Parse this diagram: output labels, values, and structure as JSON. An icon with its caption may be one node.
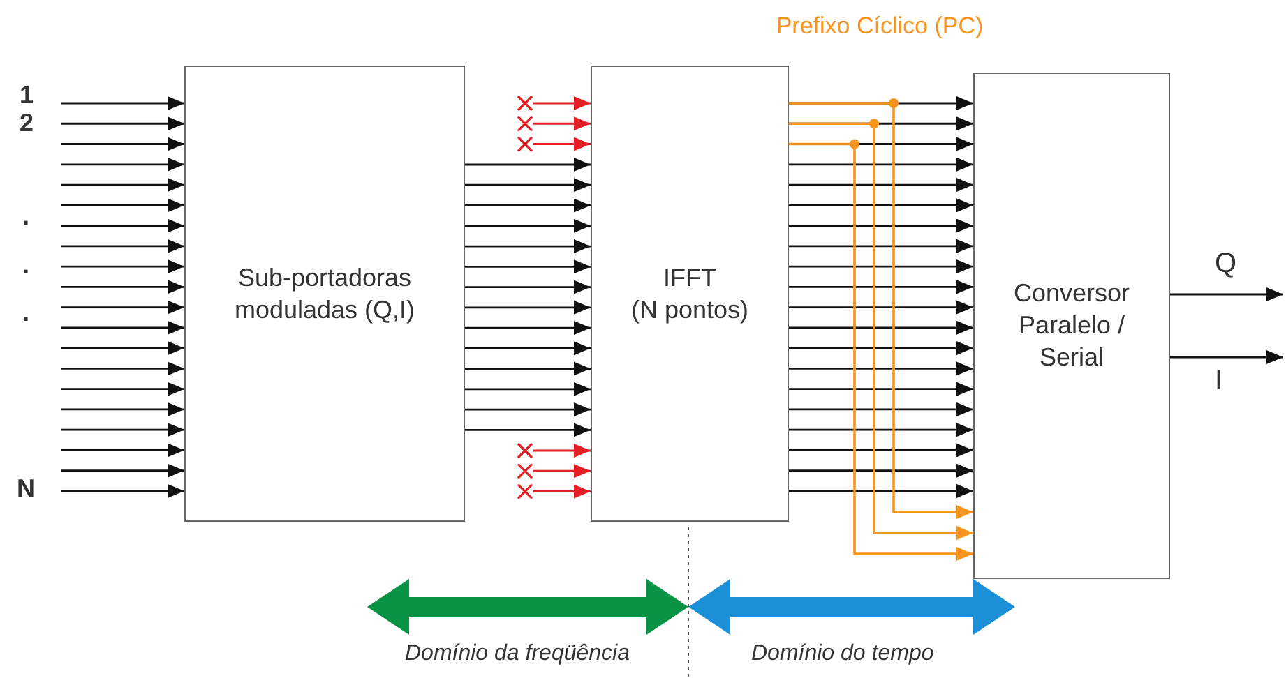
{
  "diagram": {
    "nodes": [
      {
        "text": [
          "Sub-portadoras moduladas (Q,I)"
        ]
      },
      {
        "text": [
          "IFFT",
          "(N pontos)"
        ]
      },
      {
        "text": [
          "Conversor Paralelo / Serial"
        ]
      }
    ],
    "edges": [
      {
        "from": null,
        "to": 0,
        "arrow": "to"
      },
      {
        "from": null,
        "to": 0,
        "arrow": "to"
      },
      {
        "from": null,
        "to": 0,
        "arrow": "to"
      },
      {
        "from": null,
        "to": 0,
        "arrow": "to"
      },
      {
        "from": null,
        "to": 0,
        "arrow": "to"
      },
      {
        "from": null,
        "to": 0,
        "arrow": "to"
      },
      {
        "from": null,
        "to": 0,
        "arrow": "to"
      },
      {
        "from": null,
        "to": 0,
        "arrow": "to"
      },
      {
        "from": null,
        "to": 0,
        "arrow": "to"
      },
      {
        "from": null,
        "to": 0,
        "arrow": "to"
      },
      {
        "from": null,
        "to": 0,
        "arrow": "to"
      },
      {
        "from": null,
        "to": 0,
        "arrow": "to"
      },
      {
        "from": null,
        "to": 0,
        "arrow": "to"
      },
      {
        "from": null,
        "to": 0,
        "arrow": "to"
      },
      {
        "from": null,
        "to": 0,
        "arrow": "to"
      },
      {
        "from": null,
        "to": 0,
        "arrow": "to"
      },
      {
        "from": null,
        "to": 0,
        "arrow": "to"
      },
      {
        "from": null,
        "to": 0,
        "arrow": "to"
      },
      {
        "from": null,
        "to": 0,
        "arrow": "to"
      },
      {
        "from": null,
        "to": 0,
        "arrow": "to"
      },
      {
        "from": null,
        "to": 1,
        "arrow": "to",
        "color": "#e31e24"
      },
      {
        "from": null,
        "to": 1,
        "arrow": "to",
        "color": "#e31e24"
      },
      {
        "from": null,
        "to": 1,
        "arrow": "to",
        "color": "#e31e24"
      },
      {
        "from": 0,
        "to": 1,
        "arrow": "to"
      },
      {
        "from": 0,
        "to": 1,
        "arrow": "to"
      },
      {
        "from": 0,
        "to": 1,
        "arrow": "to"
      },
      {
        "from": 0,
        "to": 1,
        "arrow": "to"
      },
      {
        "from": 0,
        "to": 1,
        "arrow": "to"
      },
      {
        "from": 0,
        "to": 1,
        "arrow": "to"
      },
      {
        "from": 0,
        "to": 1,
        "arrow": "to"
      },
      {
        "from": 0,
        "to": 1,
        "arrow": "to"
      },
      {
        "from": 0,
        "to": 1,
        "arrow": "to"
      },
      {
        "from": 0,
        "to": 1,
        "arrow": "to"
      },
      {
        "from": 0,
        "to": 1,
        "arrow": "to"
      },
      {
        "from": 0,
        "to": 1,
        "arrow": "to"
      },
      {
        "from": 0,
        "to": 1,
        "arrow": "to"
      },
      {
        "from": 0,
        "to": 1,
        "arrow": "to"
      },
      {
        "from": null,
        "to": 1,
        "arrow": "to",
        "color": "#e31e24"
      },
      {
        "from": null,
        "to": 1,
        "arrow": "to",
        "color": "#e31e24"
      },
      {
        "from": null,
        "to": 1,
        "arrow": "to",
        "color": "#e31e24"
      },
      {
        "from": 1,
        "to": 2,
        "arrow": "to"
      },
      {
        "from": 1,
        "to": 2,
        "arrow": "to"
      },
      {
        "from": 1,
        "to": 2,
        "arrow": "to"
      },
      {
        "from": 1,
        "to": 2,
        "arrow": "to"
      },
      {
        "from": 1,
        "to": 2,
        "arrow": "to"
      },
      {
        "from": 1,
        "to": 2,
        "arrow": "to"
      },
      {
        "from": 1,
        "to": 2,
        "arrow": "to"
      },
      {
        "from": 1,
        "to": 2,
        "arrow": "to"
      },
      {
        "from": 1,
        "to": 2,
        "arrow": "to"
      },
      {
        "from": 1,
        "to": 2,
        "arrow": "to"
      },
      {
        "from": 1,
        "to": 2,
        "arrow": "to"
      },
      {
        "from": 1,
        "to": 2,
        "arrow": "to"
      },
      {
        "from": 1,
        "to": 2,
        "arrow": "to"
      },
      {
        "from": 1,
        "to": 2,
        "arrow": "to"
      },
      {
        "from": 1,
        "to": 2,
        "arrow": "to"
      },
      {
        "from": 1,
        "to": 2,
        "arrow": "to"
      },
      {
        "from": 1,
        "to": 2,
        "arrow": "to"
      },
      {
        "from": 1,
        "to": 2,
        "arrow": "to"
      },
      {
        "from": 1,
        "to": 2,
        "arrow": "to"
      },
      {
        "from": 1,
        "to": 2,
        "arrow": "to"
      },
      {
        "from": 1,
        "to": 2,
        "arrow": "to",
        "color": "#f7941d"
      },
      {
        "from": 1,
        "to": 2,
        "arrow": "to",
        "color": "#f7941d"
      },
      {
        "from": 1,
        "to": 2,
        "arrow": "to",
        "color": "#f7941d"
      },
      {
        "from": 2,
        "to": null,
        "arrow": "to",
        "label": "Q"
      },
      {
        "from": 2,
        "to": null,
        "arrow": "to",
        "label": "I"
      }
    ],
    "labels": [
      "1",
      "2",
      ".",
      ".",
      ".",
      "N",
      "Prefixo Cíclico (PC)",
      "Domínio da freqüência",
      "Domínio do tempo"
    ]
  }
}
